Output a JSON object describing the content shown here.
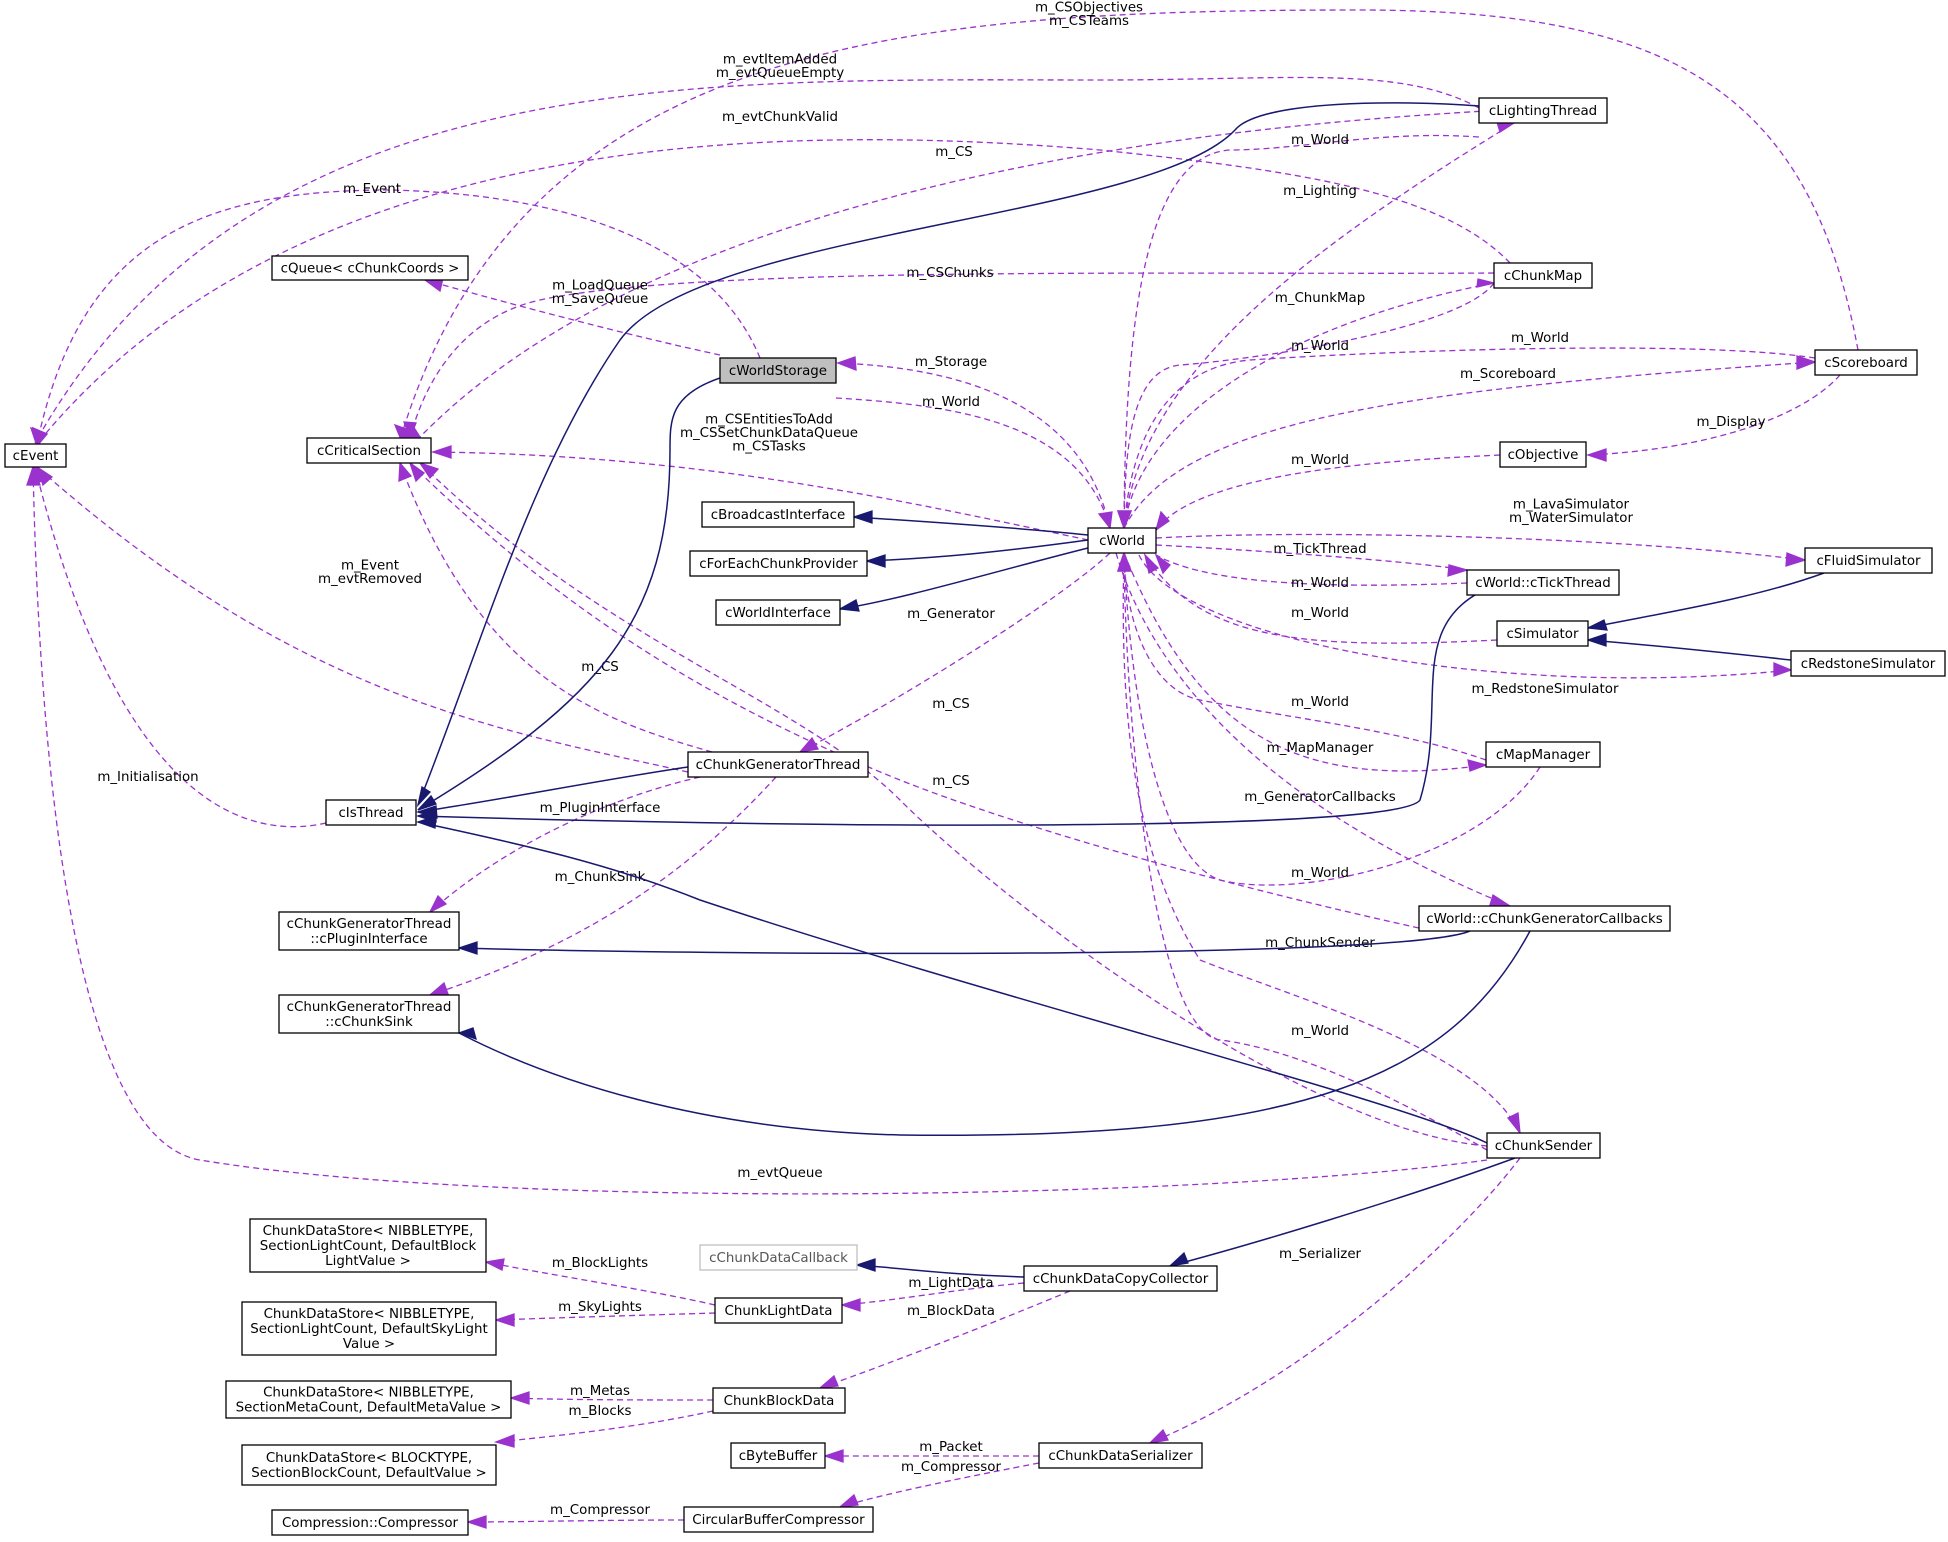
{
  "diagram": {
    "nodes": [
      {
        "id": "cEvent",
        "lines": [
          "cEvent"
        ]
      },
      {
        "id": "cQueue",
        "lines": [
          "cQueue< cChunkCoords >"
        ]
      },
      {
        "id": "cCriticalSection",
        "lines": [
          "cCriticalSection"
        ]
      },
      {
        "id": "cWorldStorage",
        "lines": [
          "cWorldStorage"
        ],
        "highlight": true
      },
      {
        "id": "cIsThread",
        "lines": [
          "cIsThread"
        ]
      },
      {
        "id": "cChunkGeneratorThread",
        "lines": [
          "cChunkGeneratorThread"
        ]
      },
      {
        "id": "cPluginInterface",
        "lines": [
          "cChunkGeneratorThread",
          "::cPluginInterface"
        ]
      },
      {
        "id": "cChunkSink",
        "lines": [
          "cChunkGeneratorThread",
          "::cChunkSink"
        ]
      },
      {
        "id": "cBroadcastInterface",
        "lines": [
          "cBroadcastInterface"
        ]
      },
      {
        "id": "cForEachChunkProvider",
        "lines": [
          "cForEachChunkProvider"
        ]
      },
      {
        "id": "cWorldInterface",
        "lines": [
          "cWorldInterface"
        ]
      },
      {
        "id": "cWorld",
        "lines": [
          "cWorld"
        ]
      },
      {
        "id": "cLightingThread",
        "lines": [
          "cLightingThread"
        ]
      },
      {
        "id": "cChunkMap",
        "lines": [
          "cChunkMap"
        ]
      },
      {
        "id": "cScoreboard",
        "lines": [
          "cScoreboard"
        ]
      },
      {
        "id": "cObjective",
        "lines": [
          "cObjective"
        ]
      },
      {
        "id": "cFluidSimulator",
        "lines": [
          "cFluidSimulator"
        ]
      },
      {
        "id": "cTickThread",
        "lines": [
          "cWorld::cTickThread"
        ]
      },
      {
        "id": "cSimulator",
        "lines": [
          "cSimulator"
        ]
      },
      {
        "id": "cRedstoneSimulator",
        "lines": [
          "cRedstoneSimulator"
        ]
      },
      {
        "id": "cMapManager",
        "lines": [
          "cMapManager"
        ]
      },
      {
        "id": "cChunkGeneratorCallbacks",
        "lines": [
          "cWorld::cChunkGeneratorCallbacks"
        ]
      },
      {
        "id": "cChunkSender",
        "lines": [
          "cChunkSender"
        ]
      },
      {
        "id": "cChunkDataCallback",
        "lines": [
          "cChunkDataCallback"
        ],
        "grey": true
      },
      {
        "id": "cChunkDataCopyCollector",
        "lines": [
          "cChunkDataCopyCollector"
        ]
      },
      {
        "id": "ChunkLightData",
        "lines": [
          "ChunkLightData"
        ]
      },
      {
        "id": "ChunkBlockData",
        "lines": [
          "ChunkBlockData"
        ]
      },
      {
        "id": "CDS_BlockLight",
        "lines": [
          "ChunkDataStore< NIBBLETYPE,",
          "SectionLightCount, DefaultBlock",
          "LightValue >"
        ]
      },
      {
        "id": "CDS_SkyLight",
        "lines": [
          "ChunkDataStore< NIBBLETYPE,",
          "SectionLightCount, DefaultSkyLight",
          "Value >"
        ]
      },
      {
        "id": "CDS_Meta",
        "lines": [
          "ChunkDataStore< NIBBLETYPE,",
          "SectionMetaCount, DefaultMetaValue >"
        ]
      },
      {
        "id": "CDS_Block",
        "lines": [
          "ChunkDataStore< BLOCKTYPE,",
          "SectionBlockCount, DefaultValue >"
        ]
      },
      {
        "id": "cByteBuffer",
        "lines": [
          "cByteBuffer"
        ]
      },
      {
        "id": "cChunkDataSerializer",
        "lines": [
          "cChunkDataSerializer"
        ]
      },
      {
        "id": "Compressor",
        "lines": [
          "Compression::Compressor"
        ]
      },
      {
        "id": "CircularBufferCompressor",
        "lines": [
          "CircularBufferCompressor"
        ]
      }
    ],
    "edges": [
      {
        "id": "e1",
        "kind": "use",
        "lines": [
          "m_CSObjectives",
          "m_CSTeams"
        ]
      },
      {
        "id": "e2",
        "kind": "use",
        "lines": [
          "m_evtItemAdded",
          "m_evtQueueEmpty"
        ]
      },
      {
        "id": "e3",
        "kind": "use",
        "lines": [
          "m_evtChunkValid"
        ]
      },
      {
        "id": "e4",
        "kind": "use",
        "lines": [
          "m_CS"
        ]
      },
      {
        "id": "e5",
        "kind": "use",
        "lines": [
          "m_Event"
        ]
      },
      {
        "id": "e6",
        "kind": "use",
        "lines": [
          "m_World"
        ]
      },
      {
        "id": "e7",
        "kind": "use",
        "lines": [
          "m_Lighting"
        ]
      },
      {
        "id": "e8",
        "kind": "use",
        "lines": [
          "m_CSChunks"
        ]
      },
      {
        "id": "e9",
        "kind": "use",
        "lines": [
          "m_LoadQueue",
          "m_SaveQueue"
        ]
      },
      {
        "id": "e10",
        "kind": "use",
        "lines": [
          "m_ChunkMap"
        ]
      },
      {
        "id": "e11",
        "kind": "use",
        "lines": [
          "m_World"
        ]
      },
      {
        "id": "e12",
        "kind": "use",
        "lines": [
          "m_World"
        ]
      },
      {
        "id": "e13",
        "kind": "use",
        "lines": [
          "m_Storage"
        ]
      },
      {
        "id": "e14",
        "kind": "use",
        "lines": [
          "m_Scoreboard"
        ]
      },
      {
        "id": "e15",
        "kind": "use",
        "lines": [
          "m_World"
        ]
      },
      {
        "id": "e16",
        "kind": "use",
        "lines": [
          "m_Display"
        ]
      },
      {
        "id": "e17",
        "kind": "use",
        "lines": [
          "m_CSEntitiesToAdd",
          "m_CSSetChunkDataQueue",
          "m_CSTasks"
        ]
      },
      {
        "id": "e18",
        "kind": "use",
        "lines": [
          "m_World"
        ]
      },
      {
        "id": "e19",
        "kind": "use",
        "lines": [
          "m_LavaSimulator",
          "m_WaterSimulator"
        ]
      },
      {
        "id": "e20",
        "kind": "use",
        "lines": [
          "m_TickThread"
        ]
      },
      {
        "id": "e21",
        "kind": "use",
        "lines": [
          "m_World"
        ]
      },
      {
        "id": "e22",
        "kind": "use",
        "lines": [
          "m_World"
        ]
      },
      {
        "id": "e23",
        "kind": "use",
        "lines": [
          "m_RedstoneSimulator"
        ]
      },
      {
        "id": "e24",
        "kind": "use",
        "lines": [
          "m_Event",
          "m_evtRemoved"
        ]
      },
      {
        "id": "e25",
        "kind": "use",
        "lines": [
          "m_Generator"
        ]
      },
      {
        "id": "e26",
        "kind": "use",
        "lines": [
          "m_CS"
        ]
      },
      {
        "id": "e27",
        "kind": "use",
        "lines": [
          "m_CS"
        ]
      },
      {
        "id": "e28",
        "kind": "use",
        "lines": [
          "m_World"
        ]
      },
      {
        "id": "e29",
        "kind": "use",
        "lines": [
          "m_MapManager"
        ]
      },
      {
        "id": "e30",
        "kind": "use",
        "lines": [
          "m_CS"
        ]
      },
      {
        "id": "e31",
        "kind": "use",
        "lines": [
          "m_Initialisation"
        ]
      },
      {
        "id": "e32",
        "kind": "use",
        "lines": [
          "m_PluginInterface"
        ]
      },
      {
        "id": "e33",
        "kind": "use",
        "lines": [
          "m_GeneratorCallbacks"
        ]
      },
      {
        "id": "e34",
        "kind": "use",
        "lines": [
          "m_ChunkSink"
        ]
      },
      {
        "id": "e35",
        "kind": "use",
        "lines": [
          "m_World"
        ]
      },
      {
        "id": "e36",
        "kind": "use",
        "lines": [
          "m_ChunkSender"
        ]
      },
      {
        "id": "e37",
        "kind": "use",
        "lines": [
          "m_World"
        ]
      },
      {
        "id": "e38",
        "kind": "use",
        "lines": [
          "m_evtQueue"
        ]
      },
      {
        "id": "e39",
        "kind": "use",
        "lines": [
          "m_Serializer"
        ]
      },
      {
        "id": "e40",
        "kind": "use",
        "lines": [
          "m_BlockLights"
        ]
      },
      {
        "id": "e41",
        "kind": "use",
        "lines": [
          "m_LightData"
        ]
      },
      {
        "id": "e42",
        "kind": "use",
        "lines": [
          "m_SkyLights"
        ]
      },
      {
        "id": "e43",
        "kind": "use",
        "lines": [
          "m_BlockData"
        ]
      },
      {
        "id": "e44",
        "kind": "use",
        "lines": [
          "m_Metas"
        ]
      },
      {
        "id": "e45",
        "kind": "use",
        "lines": [
          "m_Blocks"
        ]
      },
      {
        "id": "e46",
        "kind": "use",
        "lines": [
          "m_Packet"
        ]
      },
      {
        "id": "e47",
        "kind": "use",
        "lines": [
          "m_Compressor"
        ]
      },
      {
        "id": "e48",
        "kind": "use",
        "lines": [
          "m_Compressor"
        ]
      },
      {
        "id": "i1",
        "kind": "inherit",
        "lines": []
      },
      {
        "id": "i2",
        "kind": "inherit",
        "lines": []
      },
      {
        "id": "i3",
        "kind": "inherit",
        "lines": []
      },
      {
        "id": "i4",
        "kind": "inherit",
        "lines": []
      },
      {
        "id": "i5",
        "kind": "inherit",
        "lines": []
      },
      {
        "id": "i6",
        "kind": "inherit",
        "lines": []
      },
      {
        "id": "i7",
        "kind": "inherit",
        "lines": []
      },
      {
        "id": "i8",
        "kind": "inherit",
        "lines": []
      },
      {
        "id": "i9",
        "kind": "inherit",
        "lines": []
      },
      {
        "id": "i10",
        "kind": "inherit",
        "lines": []
      },
      {
        "id": "i11",
        "kind": "inherit",
        "lines": []
      },
      {
        "id": "i12",
        "kind": "inherit",
        "lines": []
      },
      {
        "id": "i13",
        "kind": "inherit",
        "lines": []
      },
      {
        "id": "i14",
        "kind": "inherit",
        "lines": []
      }
    ]
  }
}
